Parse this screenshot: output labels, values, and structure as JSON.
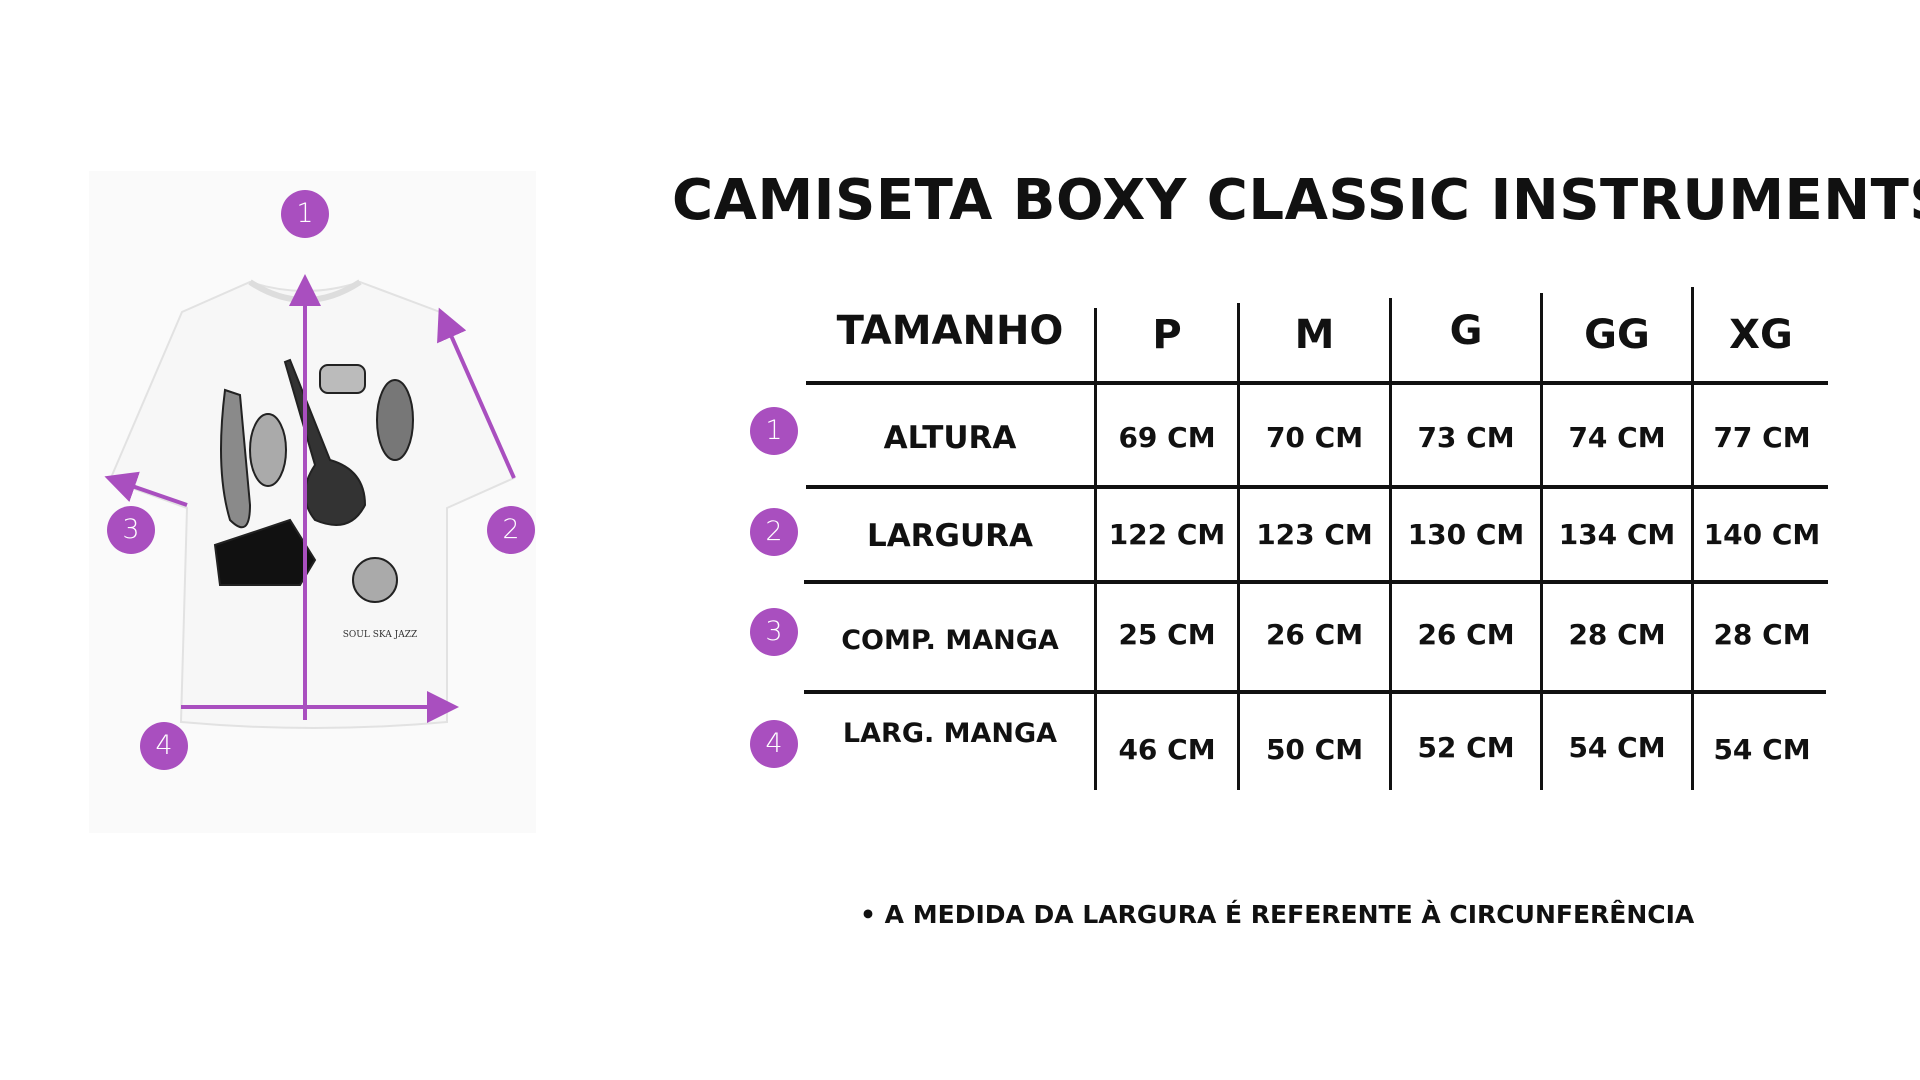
{
  "title": "CAMISETA BOXY CLASSIC INSTRUMENTS",
  "shirt": {
    "print_text": "SOUL SKA JAZZ",
    "accent_color": "#a94fbf"
  },
  "diagram_markers": [
    "1",
    "2",
    "3",
    "4"
  ],
  "table": {
    "header_label": "TAMANHO",
    "sizes": [
      "P",
      "M",
      "G",
      "GG",
      "XG"
    ],
    "rows": [
      {
        "marker": "1",
        "label": "ALTURA",
        "values": [
          "69 CM",
          "70 CM",
          "73 CM",
          "74 CM",
          "77 CM"
        ]
      },
      {
        "marker": "2",
        "label": "LARGURA",
        "values": [
          "122 CM",
          "123 CM",
          "130 CM",
          "134 CM",
          "140 CM"
        ]
      },
      {
        "marker": "3",
        "label": "COMP. MANGA",
        "values": [
          "25 CM",
          "26 CM",
          "26 CM",
          "28 CM",
          "28 CM"
        ]
      },
      {
        "marker": "4",
        "label": "LARG. MANGA",
        "values": [
          "46 CM",
          "50 CM",
          "52 CM",
          "54 CM",
          "54 CM"
        ]
      }
    ]
  },
  "footnote": "• A MEDIDA DA LARGURA É REFERENTE À CIRCUNFERÊNCIA"
}
